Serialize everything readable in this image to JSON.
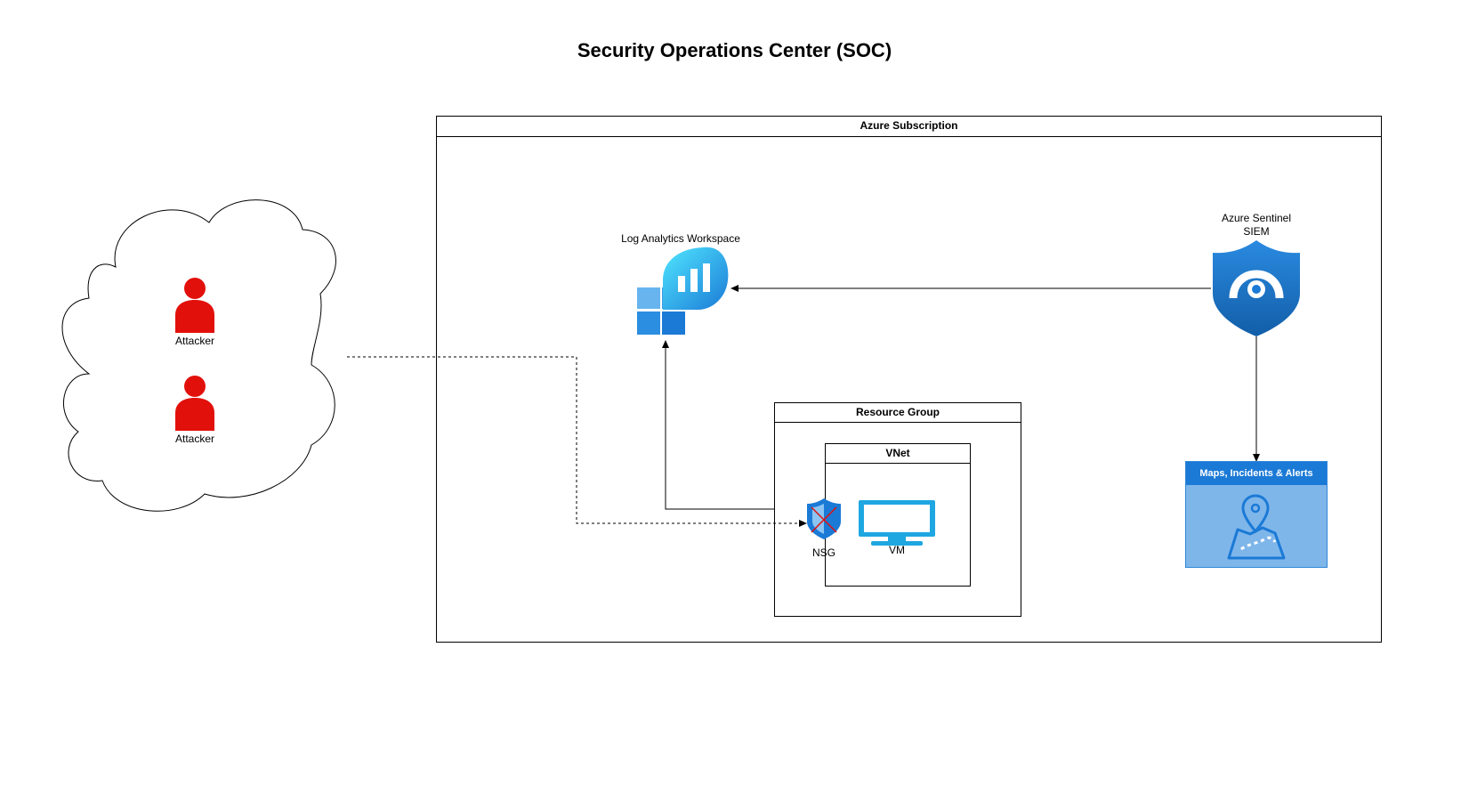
{
  "title": "Security Operations Center (SOC)",
  "subscription": {
    "label": "Azure Subscription"
  },
  "resource_group": {
    "label": "Resource Group"
  },
  "vnet": {
    "label": "VNet"
  },
  "attackers": [
    {
      "label": "Attacker"
    },
    {
      "label": "Attacker"
    }
  ],
  "log_analytics": {
    "label": "Log Analytics Workspace"
  },
  "sentinel": {
    "label_line1": "Azure Sentinel",
    "label_line2": "SIEM"
  },
  "nsg": {
    "label": "NSG"
  },
  "vm": {
    "label": "VM"
  },
  "maps": {
    "label": "Maps, Incidents & Alerts"
  },
  "icons": {
    "attacker": "person-icon",
    "log_analytics": "log-analytics-icon",
    "sentinel": "sentinel-shield-icon",
    "nsg": "nsg-shield-icon",
    "vm": "monitor-icon",
    "maps": "map-pin-icon"
  },
  "colors": {
    "attacker": "#e2100b",
    "azure_blue": "#1b7ad6",
    "light_blue": "#50e6ff"
  }
}
